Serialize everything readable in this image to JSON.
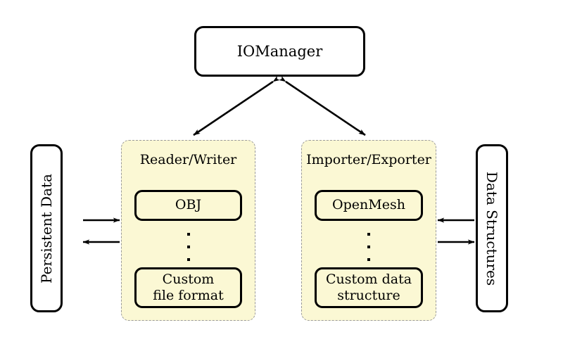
{
  "diagram": {
    "title_node": {
      "label": "IOManager"
    },
    "left_box": {
      "label": "Persistent Data"
    },
    "right_box": {
      "label": "Data Structures"
    },
    "panels": [
      {
        "name": "reader-writer",
        "title": "Reader/Writer",
        "items": [
          {
            "label": "OBJ"
          },
          {
            "label": "Custom\nfile format",
            "line1": "Custom",
            "line2": "file format"
          }
        ],
        "ellipsis": "⋮"
      },
      {
        "name": "importer-exporter",
        "title": "Importer/Exporter",
        "items": [
          {
            "label": "OpenMesh"
          },
          {
            "label": "Custom data\nstructure",
            "line1": "Custom data",
            "line2": "structure"
          }
        ],
        "ellipsis": "⋮"
      }
    ],
    "connections": [
      {
        "name": "iomanager-to-reader-writer",
        "type": "double-arrow",
        "from": "IOManager",
        "to": "Reader/Writer"
      },
      {
        "name": "iomanager-to-importer-exporter",
        "type": "double-arrow",
        "from": "IOManager",
        "to": "Importer/Exporter"
      },
      {
        "name": "persistent-data-to-reader-writer",
        "type": "arrow",
        "from": "Persistent Data",
        "to": "Reader/Writer"
      },
      {
        "name": "reader-writer-to-persistent-data",
        "type": "arrow",
        "from": "Reader/Writer",
        "to": "Persistent Data"
      },
      {
        "name": "data-structures-to-importer-exporter",
        "type": "arrow",
        "from": "Data Structures",
        "to": "Importer/Exporter"
      },
      {
        "name": "importer-exporter-to-data-structures",
        "type": "arrow",
        "from": "Importer/Exporter",
        "to": "Data Structures"
      }
    ],
    "colors": {
      "panel_fill": "#fbf8d4",
      "panel_border": "#9a9a9a",
      "node_border": "#000000",
      "background": "#ffffff"
    }
  }
}
